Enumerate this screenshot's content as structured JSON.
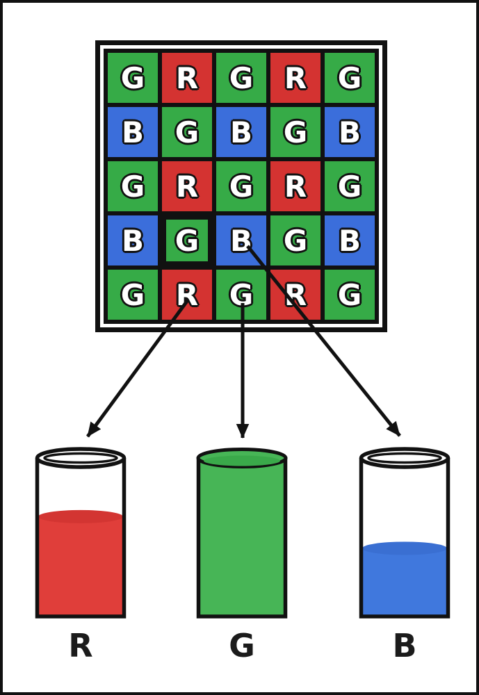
{
  "page": {
    "background": "#ffffff",
    "frame_color": "#111111"
  },
  "colors": {
    "cell_green": "#36ab47",
    "cell_red": "#d43331",
    "cell_blue": "#3b6edb",
    "ink": "#111111"
  },
  "sensor_grid": {
    "rows": [
      [
        "G",
        "R",
        "G",
        "R",
        "G"
      ],
      [
        "B",
        "G",
        "B",
        "G",
        "B"
      ],
      [
        "G",
        "R",
        "G",
        "R",
        "G"
      ],
      [
        "B",
        "G",
        "B",
        "G",
        "B"
      ],
      [
        "G",
        "R",
        "G",
        "R",
        "G"
      ]
    ],
    "highlighted_cell": {
      "row": 3,
      "col": 1,
      "label": "G"
    }
  },
  "arrows": [
    {
      "from": "R pixel (row 5, col 2)",
      "to": "R beaker"
    },
    {
      "from": "G pixel (row 5, col 3)",
      "to": "G beaker"
    },
    {
      "from": "B pixel (row 4, col 3)",
      "to": "B beaker"
    }
  ],
  "beakers": [
    {
      "label": "R",
      "fill_percent": 63,
      "liquid_color": "#e03e3a",
      "surface_color": "#d33532",
      "full": false
    },
    {
      "label": "G",
      "fill_percent": 100,
      "liquid_color": "#47b556",
      "surface_color": "#3aa94a",
      "full": true
    },
    {
      "label": "B",
      "fill_percent": 43,
      "liquid_color": "#4078dd",
      "surface_color": "#3a6fd2",
      "full": false
    }
  ]
}
